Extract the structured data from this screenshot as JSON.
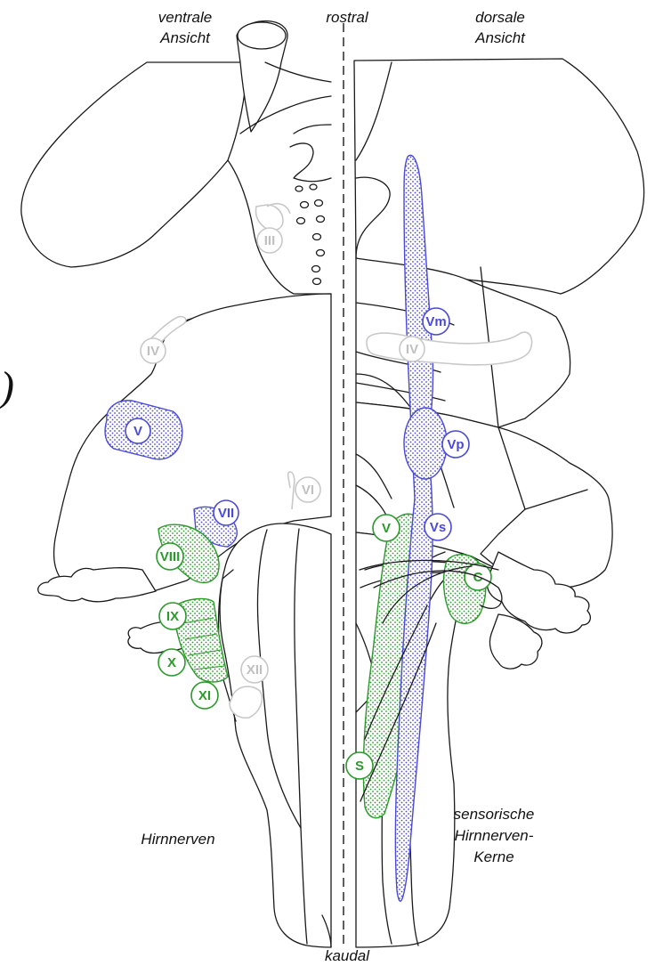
{
  "orientation": {
    "top": "rostral",
    "bottom": "kaudal",
    "left_view_line1": "ventrale",
    "left_view_line2": "Ansicht",
    "right_view_line1": "dorsale",
    "right_view_line2": "Ansicht"
  },
  "captions": {
    "left": "Hirnnerven",
    "right_line1": "sensorische",
    "right_line2": "Hirnnerven-",
    "right_line3": "Kerne"
  },
  "colors": {
    "motor": "#4a4ad4",
    "sensory": "#2a9a2a",
    "inactive": "#c0c0c0",
    "outline": "#1a1a1a"
  },
  "left_nerves": {
    "III": {
      "label": "III",
      "group": "inactive"
    },
    "IV": {
      "label": "IV",
      "group": "inactive"
    },
    "V": {
      "label": "V",
      "group": "motor"
    },
    "VI": {
      "label": "VI",
      "group": "inactive"
    },
    "VII": {
      "label": "VII",
      "group": "motor"
    },
    "VIII": {
      "label": "VIII",
      "group": "sensory"
    },
    "IX": {
      "label": "IX",
      "group": "sensory"
    },
    "X": {
      "label": "X",
      "group": "sensory"
    },
    "XI": {
      "label": "XI",
      "group": "sensory"
    },
    "XII": {
      "label": "XII",
      "group": "inactive"
    }
  },
  "right_nuclei": {
    "IV": {
      "label": "IV",
      "group": "inactive"
    },
    "Vm": {
      "label": "Vm",
      "group": "motor"
    },
    "Vp": {
      "label": "Vp",
      "group": "motor"
    },
    "Vs": {
      "label": "Vs",
      "group": "motor"
    },
    "V": {
      "label": "V",
      "group": "sensory"
    },
    "C": {
      "label": "C",
      "group": "sensory"
    },
    "S": {
      "label": "S",
      "group": "sensory"
    }
  },
  "edge_mark": ")"
}
